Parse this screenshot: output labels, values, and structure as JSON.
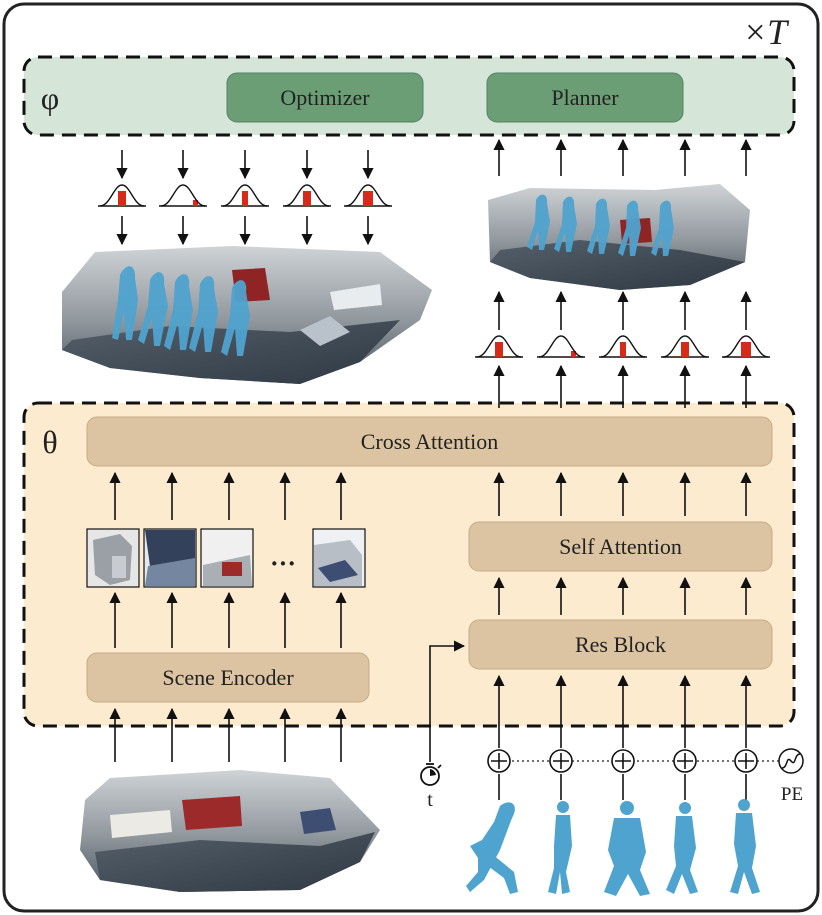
{
  "repeat_label": "×T",
  "phi": {
    "symbol": "φ",
    "optimizer_label": "Optimizer",
    "planner_label": "Planner"
  },
  "theta": {
    "symbol": "θ",
    "cross_attention_label": "Cross Attention",
    "self_attention_label": "Self Attention",
    "res_block_label": "Res Block",
    "scene_encoder_label": "Scene Encoder",
    "ellipsis": "···"
  },
  "timestep_label": "t",
  "positional_encoding_label": "PE",
  "colors": {
    "phi_fill": "#d5e6d8",
    "phi_block": "#6c9e76",
    "theta_fill": "#fdebd0",
    "theta_block": "#dcc4a2",
    "gaussian_highlight": "#d62a1a",
    "human_mesh": "#4fa3cf"
  }
}
